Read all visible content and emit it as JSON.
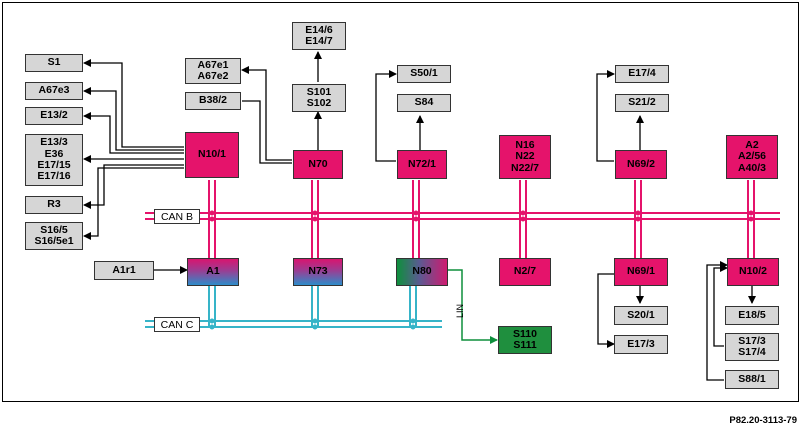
{
  "diagram": {
    "reference": "P82.20-3113-79",
    "buses": {
      "can_b": "CAN B",
      "can_c": "CAN C",
      "lin": "LIN"
    },
    "colors": {
      "can_b": "#e5136b",
      "can_c": "#36b4c8",
      "lin": "#0e8f3c",
      "module": "#e5136b",
      "component": "#d6d6d6"
    },
    "modules": {
      "n10_1": "N10/1",
      "n70": "N70",
      "n72_1": "N72/1",
      "n16": [
        "N16",
        "N22",
        "N22/7"
      ],
      "n69_2": "N69/2",
      "a2": [
        "A2",
        "A2/56",
        "A40/3"
      ],
      "a1": "A1",
      "n73": "N73",
      "n80": "N80",
      "n2_7": "N2/7",
      "n69_1": "N69/1",
      "n10_2": "N10/2"
    },
    "components": {
      "s1": "S1",
      "a67e3": "A67e3",
      "e13_2": "E13/2",
      "e13_group": [
        "E13/3",
        "E36",
        "E17/15",
        "E17/16"
      ],
      "r3": "R3",
      "s16": [
        "S16/5",
        "S16/5e1"
      ],
      "a67e": [
        "A67e1",
        "A67e2"
      ],
      "b38_2": "B38/2",
      "e14": [
        "E14/6",
        "E14/7"
      ],
      "s101": [
        "S101",
        "S102"
      ],
      "s50_1": "S50/1",
      "s84": "S84",
      "e17_4": "E17/4",
      "s21_2": "S21/2",
      "a1r1": "A1r1",
      "s20_1": "S20/1",
      "e17_3": "E17/3",
      "e18_5": "E18/5",
      "s17": [
        "S17/3",
        "S17/4"
      ],
      "s88_1": "S88/1",
      "s110": [
        "S110",
        "S111"
      ]
    }
  }
}
